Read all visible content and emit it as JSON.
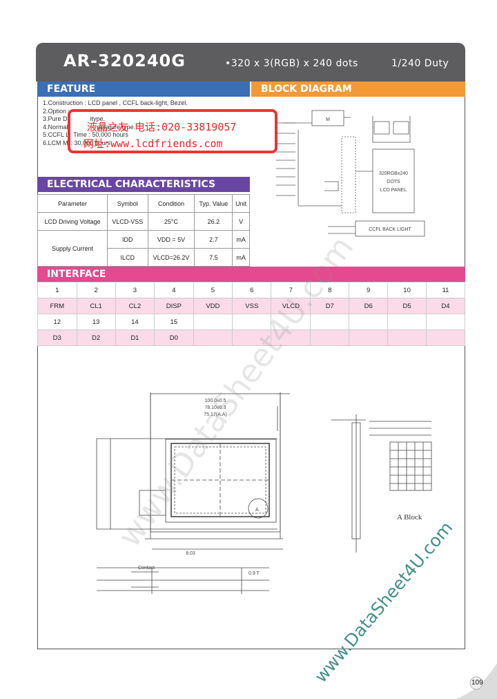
{
  "header": {
    "model": "AR-320240G",
    "spec_dots": "•320 x 3(RGB) x 240 dots",
    "spec_duty": "1/240 Duty"
  },
  "feature": {
    "title": "FEATURE",
    "items": [
      "1.Construction : LCD panel , CCFL back-light, Bezel.",
      "2.Option :",
      "3.Pure Dr",
      "4.Normal",
      "5.CCFL Li",
      "6.LCM M"
    ],
    "fragments": {
      "item3": "itype.",
      "item4": "perature type.",
      "item5": "Time : 50,000 hours",
      "item6": ": 30,000 hours"
    }
  },
  "stamp": {
    "line1": "液晶之友  电话:020-33819057",
    "line2": "网址:www.lcdfriends.com"
  },
  "block_diagram": {
    "title": "BLOCK DIAGRAM",
    "labels": {
      "m": "M",
      "panel": "320RGBx240",
      "dots": "DOTS",
      "lcd": "LCD PANEL",
      "ccfl": "CCFL BACK LIGHT"
    }
  },
  "electrical": {
    "title": "ELECTRICAL  CHARACTERISTICS",
    "headers": [
      "Parameter",
      "Symbol",
      "Condition",
      "Typ. Value",
      "Unit"
    ],
    "rows": [
      [
        "LCD  Driving  Voltage",
        "VLCD-VSS",
        "25°C",
        "26.2",
        "V"
      ],
      [
        "Supply Current",
        "IDD",
        "VDD = 5V",
        "2.7",
        "mA"
      ],
      [
        "",
        "ILCD",
        "VLCD=26.2V",
        "7.5",
        "mA"
      ]
    ]
  },
  "interface": {
    "title": "INTERFACE",
    "row1_pins": [
      "1",
      "2",
      "3",
      "4",
      "5",
      "6",
      "7",
      "8",
      "9",
      "10",
      "11"
    ],
    "row1_signals": [
      "FRM",
      "CL1",
      "CL2",
      "DISP",
      "VDD",
      "VSS",
      "VLCD",
      "D7",
      "D6",
      "D5",
      "D4"
    ],
    "row2_pins": [
      "12",
      "13",
      "14",
      "15"
    ],
    "row2_signals": [
      "D3",
      "D2",
      "D1",
      "D0"
    ]
  },
  "drawing": {
    "detail_label": "A",
    "a_block": "A  Block",
    "dim_overall_w": "100.0±0.5",
    "dim_view_w": "78.10±0.3",
    "dim_active_w": "75.17(A.A)",
    "dim_bottom_w": "8.03",
    "contact": "Contact",
    "dim_t": "0.9 T"
  },
  "watermark": "www.DataSheet4U.com",
  "page_number": "109"
}
